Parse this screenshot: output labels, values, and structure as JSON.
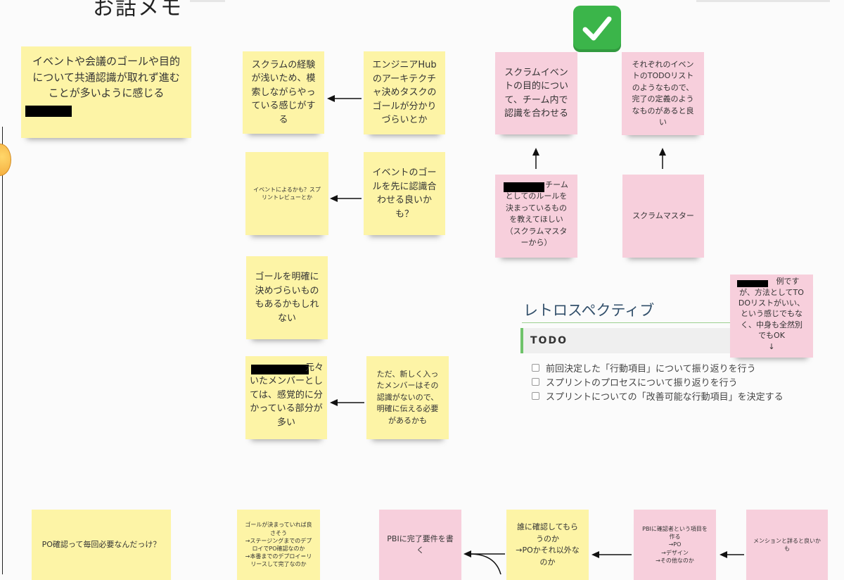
{
  "page_title": "お話メモ",
  "notes": {
    "goal_common": "イベントや会議のゴールや目的について共通認識が取れず進むことが多いように感じる",
    "scrum_exp": "スクラムの経験が浅いため、模索しながらやっている感じがする",
    "engineer_hub": "エンジニアHubのアーキテクチャ決めタスクのゴールが分かりづらいとか",
    "event_depends": "イベントによるかも？スプリントレビューとか",
    "event_goal_first": "イベントのゴールを先に認識合わせる良いかも？",
    "hard_to_define": "ゴールを明確に決めづらいものもあるかもしれない",
    "existing_members": "元々いたメンバーとしては、感覚的に分かっている部分が多い",
    "new_members": "ただ、新しく入ったメンバーはその認識がないので、明確に伝える必要があるかも",
    "scrum_event_purpose": "スクラムイベントの目的について、チーム内で認識を合わせる",
    "todo_list_each": "それぞれのイベントのTODOリストのようなもので、完了の定義のようなものがあると良い",
    "team_rules": "チームとしてのルールを決まっているものを教えてほしい（スクラムマスターから）",
    "scrum_master": "スクラムマスター",
    "example": "例ですが、方法としてTODOリストがいい、という感じでもなく、中身も全然別でもOK",
    "example_arrow": "↓",
    "po_confirm": "PO確認って毎回必要なんだっけ？",
    "goal_decided": "ゴールが決まっていれば良さそう\n→ステージングまでのデプロイでPO確認なのか\n→本番までのデプロイ＝リリースして完了なのか",
    "pbi_requirements": "PBIに完了要件を書く",
    "who_confirms": "誰に確認してもらうのか\n→POかそれ以外なのか",
    "pbi_confirmer": "PBIに確認者という項目を作る\n→PO\n→デザイン\n→その他なのか",
    "mention": "メンションと詳ると良いかも"
  },
  "retro": {
    "title": "レトロスペクティブ",
    "todo_header": "TODO",
    "items": [
      "前回決定した「行動項目」について振り返りを行う",
      "スプリントのプロセスについて振り返りを行う",
      "スプリントについての「改善可能な行動項目」を決定する"
    ]
  },
  "icons": [
    "check-mark-emoji",
    "face-emoji",
    "arrow-left",
    "arrow-up"
  ],
  "colors": {
    "yellow_note": "#fdf4a6",
    "pink_note": "#f7cfdc",
    "check_green": "#3bb54a",
    "todo_accent": "#6fc36a"
  }
}
